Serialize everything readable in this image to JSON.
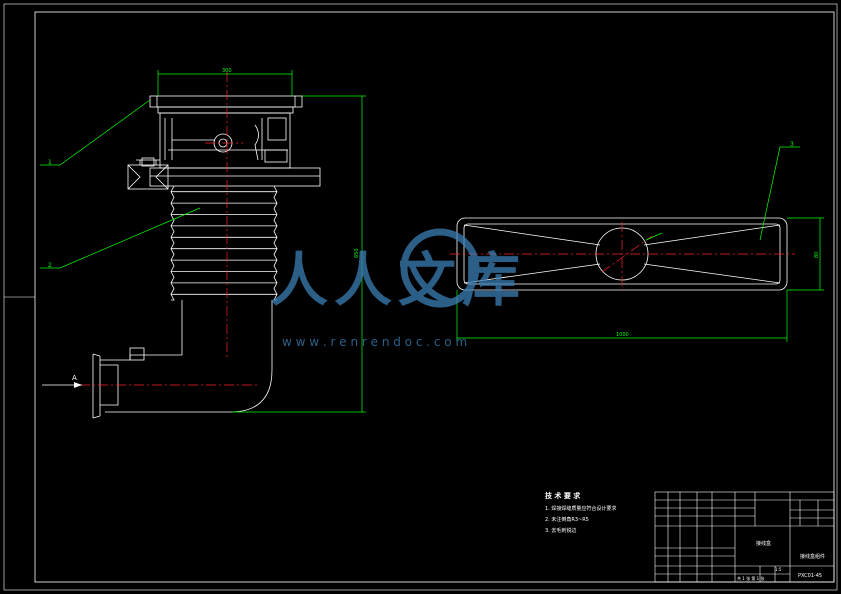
{
  "colors": {
    "background": "#000000",
    "line": "#ffffff",
    "dimension": "#00ff00",
    "centerline": "#ff2020",
    "watermark": "#3b7fb5"
  },
  "view_label": "A",
  "callouts": {
    "left_1": "1",
    "left_2": "2",
    "right_3": "3"
  },
  "dimensions": {
    "top_width": "300",
    "overall_height": "650",
    "plate_length": "1000",
    "plate_width": "80"
  },
  "notes": {
    "title": "技 术 要 求",
    "items": [
      "1. 焊接焊缝质量应符合设计要求",
      "2. 未注倒角R3~R5",
      "3. 去毛刺锐边"
    ]
  },
  "watermark": {
    "title": "人人文库",
    "url": "w w w . r e n r e n d o c . c o m"
  },
  "title_block": {
    "drawing_name": "接线盒",
    "part_name": "接线盒组件",
    "drawing_no": "PXC01-45",
    "scale": "1:5",
    "sheet": "共 1 张   第 1 张"
  }
}
